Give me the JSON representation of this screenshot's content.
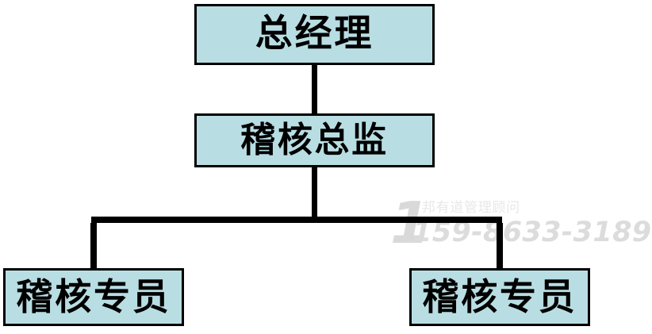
{
  "chart_data": {
    "type": "diagram",
    "diagram_type": "organizational-chart",
    "title": "",
    "nodes": [
      {
        "id": "general-manager",
        "label": "总经理",
        "level": 0
      },
      {
        "id": "audit-director",
        "label": "稽核总监",
        "level": 1
      },
      {
        "id": "audit-specialist-left",
        "label": "稽核专员",
        "level": 2
      },
      {
        "id": "audit-specialist-right",
        "label": "稽核专员",
        "level": 2
      }
    ],
    "edges": [
      {
        "from": "general-manager",
        "to": "audit-director"
      },
      {
        "from": "audit-director",
        "to": "audit-specialist-left"
      },
      {
        "from": "audit-director",
        "to": "audit-specialist-right"
      }
    ],
    "colors": {
      "node_fill": "#b8dee3",
      "node_border": "#000000",
      "connector": "#000000",
      "background": "#ffffff",
      "watermark": "#dcdcdc"
    }
  },
  "boxes": {
    "general_manager": {
      "label": "总经理"
    },
    "audit_director": {
      "label": "稽核总监"
    },
    "audit_specialist_left": {
      "label": "稽核专员"
    },
    "audit_specialist_right": {
      "label": "稽核专员"
    }
  },
  "watermark": {
    "logo_mark": "1",
    "company_name": "邦有道管理顾问",
    "phone_number": "159-8633-3189"
  }
}
